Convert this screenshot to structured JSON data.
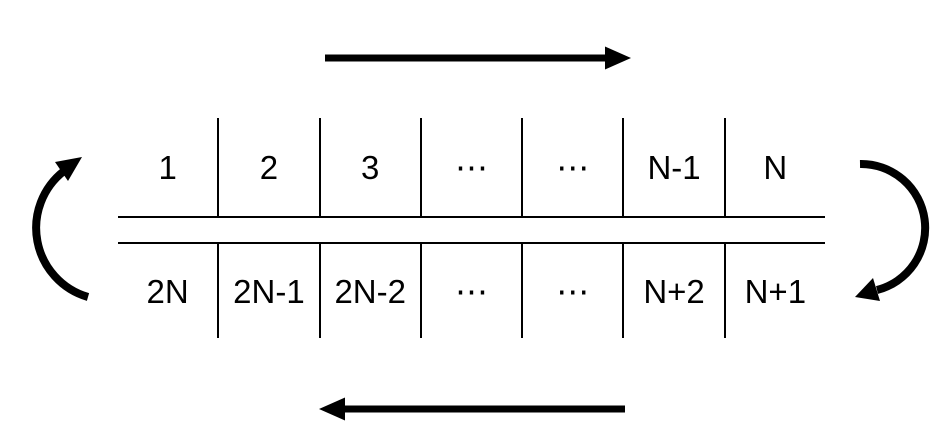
{
  "colors": {
    "ink": "#000000",
    "background": "#ffffff"
  },
  "strip": {
    "top_row": {
      "cells": [
        "1",
        "2",
        "3",
        "⋯",
        "⋯",
        "N-1",
        "N"
      ]
    },
    "bottom_row": {
      "cells": [
        "2N",
        "2N-1",
        "2N-2",
        "⋯",
        "⋯",
        "N+2",
        "N+1"
      ]
    }
  },
  "icons": {
    "top_arrow": "arrow-right-icon",
    "bottom_arrow": "arrow-left-icon",
    "left_arrow": "curved-arrow-up-icon",
    "right_arrow": "curved-arrow-down-icon"
  }
}
